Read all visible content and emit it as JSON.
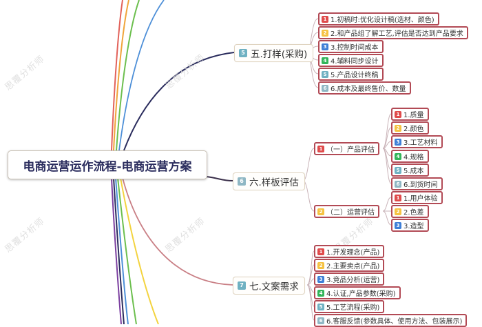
{
  "root": {
    "title": "电商运营运作流程-电商运营方案"
  },
  "watermark": {
    "text": "思覆分析师"
  },
  "colors": {
    "badge_red": "#e04b4b",
    "badge_yellow": "#f5c242",
    "badge_blue": "#3f7fd6",
    "badge_green": "#33b55a",
    "badge_teal": "#6fb1c2",
    "badge_gray": "#8fb7c4",
    "sub_border": "#b24a55",
    "branch_border": "#e0d4c0",
    "root_text": "#2b2d5e"
  },
  "branches": [
    {
      "badge": "5",
      "label": "五.打样(采购)",
      "children": [
        {
          "badge": "1",
          "label": "1.初稿时:优化设计稿(选材、颜色)"
        },
        {
          "badge": "2",
          "label": "2.和产品组了解工艺,评估是否达到产品要求"
        },
        {
          "badge": "3",
          "label": "3.控制时间成本"
        },
        {
          "badge": "4",
          "label": "4.辅料同步设计"
        },
        {
          "badge": "5",
          "label": "5.产品设计终稿"
        },
        {
          "badge": "6",
          "label": "6.成本及最终售价、数量"
        }
      ]
    },
    {
      "badge": "6",
      "label": "六.样板评估",
      "children": [
        {
          "badge": "1",
          "label": "（一）产品评估",
          "children": [
            {
              "badge": "1",
              "label": "1.质量"
            },
            {
              "badge": "2",
              "label": "2.颜色"
            },
            {
              "badge": "3",
              "label": "3.工艺材料"
            },
            {
              "badge": "4",
              "label": "4.规格"
            },
            {
              "badge": "5",
              "label": "5.成本"
            },
            {
              "badge": "6",
              "label": "6.到货时间"
            }
          ]
        },
        {
          "badge": "2",
          "label": "（二）运营评估",
          "children": [
            {
              "badge": "1",
              "label": "1.用户体验"
            },
            {
              "badge": "2",
              "label": "2.色差"
            },
            {
              "badge": "3",
              "label": "3.造型"
            }
          ]
        }
      ]
    },
    {
      "badge": "7",
      "label": "七.文案需求",
      "children": [
        {
          "badge": "1",
          "label": "1.开发理念(产品)"
        },
        {
          "badge": "2",
          "label": "2.主要卖点(产品)"
        },
        {
          "badge": "3",
          "label": "3.竞品分析(运营)"
        },
        {
          "badge": "4",
          "label": "4.认证,产品参数(采购)"
        },
        {
          "badge": "5",
          "label": "5.工艺流程(采购)"
        },
        {
          "badge": "6",
          "label": "6.客服反馈(参数具体、使用方法、包装展示)"
        }
      ]
    }
  ]
}
